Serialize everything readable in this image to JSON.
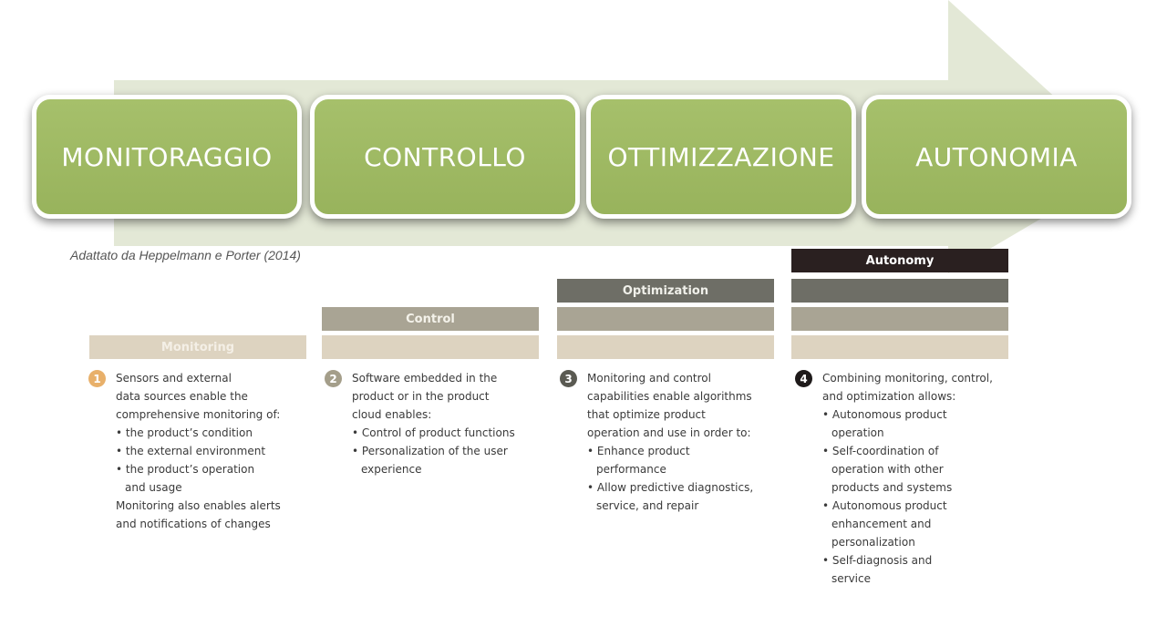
{
  "stages": [
    "MONITORAGGIO",
    "CONTROLLO",
    "OTTIMIZZAZIONE",
    "AUTONOMIA"
  ],
  "caption": "Adattato da Heppelmann e  Porter  (2014)",
  "labels": {
    "monitoring": "Monitoring",
    "control": "Control",
    "optimization": "Optimization",
    "autonomy": "Autonomy"
  },
  "columns": [
    {
      "number": "1",
      "lines": [
        "Sensors and external",
        "data sources enable the",
        "comprehensive monitoring of:",
        "the product’s condition",
        "the external environment",
        "the product’s operation",
        "and usage",
        "Monitoring also enables alerts",
        "and notifications of changes"
      ]
    },
    {
      "number": "2",
      "lines": [
        "Software embedded in the",
        "product or in the product",
        "cloud enables:",
        "Control of product functions",
        "Personalization of the user",
        "experience"
      ]
    },
    {
      "number": "3",
      "lines": [
        "Monitoring and control",
        "capabilities enable algorithms",
        "that optimize product",
        "operation and use in order to:",
        "Enhance product",
        "performance",
        "Allow predictive diagnostics,",
        "service, and repair"
      ]
    },
    {
      "number": "4",
      "lines": [
        "Combining monitoring, control,",
        "and optimization allows:",
        "Autonomous product",
        "operation",
        "Self-coordination of",
        "operation with other",
        "products and systems",
        "Autonomous product",
        "enhancement and",
        "personalization",
        "Self-diagnosis and",
        "service"
      ]
    }
  ],
  "colors": {
    "stage_green": "#9ab65e",
    "arrow": "#e3e8d6",
    "tan": "#ddd3c0",
    "grey_light": "#a9a494",
    "grey_dark": "#6e6e66",
    "black": "#2a2020",
    "badge_1": "#e8b06a",
    "badge_2": "#a49e8a",
    "badge_3": "#5a5a52",
    "badge_4": "#1e1a1a"
  }
}
